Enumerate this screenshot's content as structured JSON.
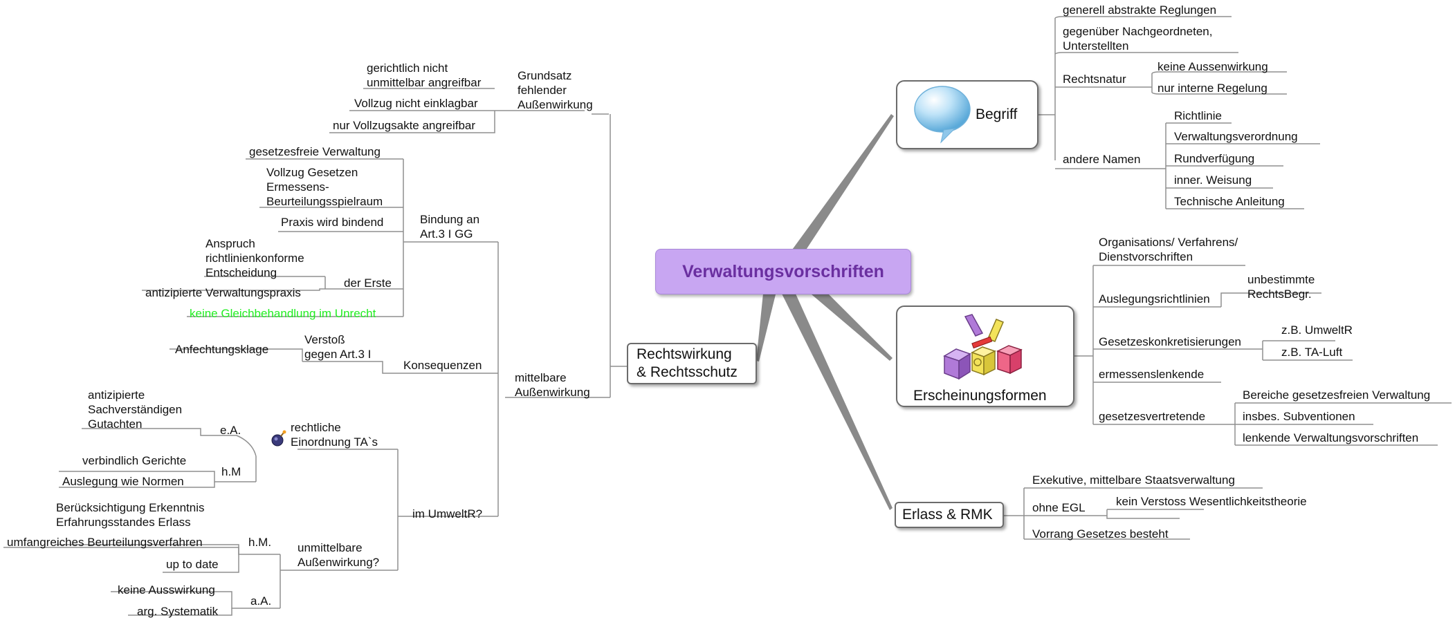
{
  "central": "Verwaltungsvorschriften",
  "begriff": {
    "label": "Begriff",
    "generell": "generell abstrakte Reglungen",
    "gegenueber": "gegenüber Nachgeordneten,\nUnterstellten",
    "rechtsnatur": "Rechtsnatur",
    "keine_aussenwirkung": "keine Aussenwirkung",
    "nur_intern": "nur interne Regelung",
    "andere_namen": "andere Namen",
    "namen": [
      "Richtlinie",
      "Verwaltungsverordnung",
      "Rundverfügung",
      "inner. Weisung",
      "Technische Anleitung"
    ]
  },
  "erscheinungsformen": {
    "label": "Erscheinungsformen",
    "organisation": "Organisations/ Verfahrens/\nDienstvorschriften",
    "auslegung": "Auslegungsrichtlinien",
    "unbestimmte": "unbestimmte\nRechtsBegr.",
    "gesetzeskonkret": "Gesetzeskonkretisierungen",
    "umweltr": "z.B. UmweltR",
    "taluft": "z.B. TA-Luft",
    "ermessen": "ermessenslenkende",
    "gesetzesvertretend": "gesetzesvertretende",
    "bereiche": "Bereiche gesetzesfreien Verwaltung",
    "subventionen": "insbes. Subventionen",
    "lenkende": "lenkende Verwaltungsvorschriften"
  },
  "erlass": {
    "label": "Erlass & RMK",
    "exekutive": "Exekutive, mittelbare Staatsverwaltung",
    "ohne_egl": "ohne EGL",
    "kein_verstoss": "kein Verstoss Wesentlichkeitstheorie",
    "vorrang": "Vorrang Gesetzes besteht"
  },
  "rechtswirkung": {
    "label": "Rechtswirkung\n& Rechtsschutz",
    "grundsatz": "Grundsatz\nfehlender\nAußenwirkung",
    "gerichtlich": "gerichtlich nicht\nunmittelbar angreifbar",
    "vollzug_nicht": "Vollzug nicht einklagbar",
    "nur_vollzugsakte": "nur Vollzugsakte angreifbar",
    "mittelbare": "mittelbare\nAußenwirkung",
    "bindung": "Bindung an\nArt.3 I GG",
    "gesetzesfreie": "gesetzesfreie Verwaltung",
    "vollzug_gesetzen": "Vollzug Gesetzen\nErmessens-\nBeurteilungsspielraum",
    "praxis": "Praxis wird bindend",
    "anspruch": "Anspruch\nrichtlinienkonforme\nEntscheidung",
    "der_erste": "der Erste",
    "antizipierte_praxis": "antizipierte Verwaltungspraxis",
    "keine_gleich": "keine Gleichbehandlung im Unrecht",
    "konsequenzen": "Konsequenzen",
    "verstoss": "Verstoß\ngegen Art.3 I",
    "anfechtung": "Anfechtungsklage",
    "im_umweltr": "im UmweltR?",
    "rechtliche": "rechtliche\nEinordnung TA`s",
    "ea": "e.A.",
    "antizipierte_gutachten": "antizipierte\nSachverständigen\nGutachten",
    "hm": "h.M",
    "verbindlich": "verbindlich Gerichte",
    "auslegung_normen": "Auslegung wie Normen",
    "unmittelbare": "unmittelbare\nAußenwirkung?",
    "hm2": "h.M.",
    "beruecksichtigung": "Berücksichtigung Erkenntnis\nErfahrungsstandes Erlass",
    "umfangreiches": "umfangreiches Beurteilungsverfahren",
    "up_to_date": "up to date",
    "aa": "a.A.",
    "keine_auswirkung": "keine Ausswirkung",
    "arg": "arg. Systematik"
  },
  "colors": {
    "central_fill": "#c8a6f2",
    "central_text": "#6a2fa0",
    "green_text": "#22ee22",
    "line": "#888888"
  },
  "icons": [
    "speech-bubble-icon",
    "blocks-icon",
    "bomb-icon"
  ]
}
